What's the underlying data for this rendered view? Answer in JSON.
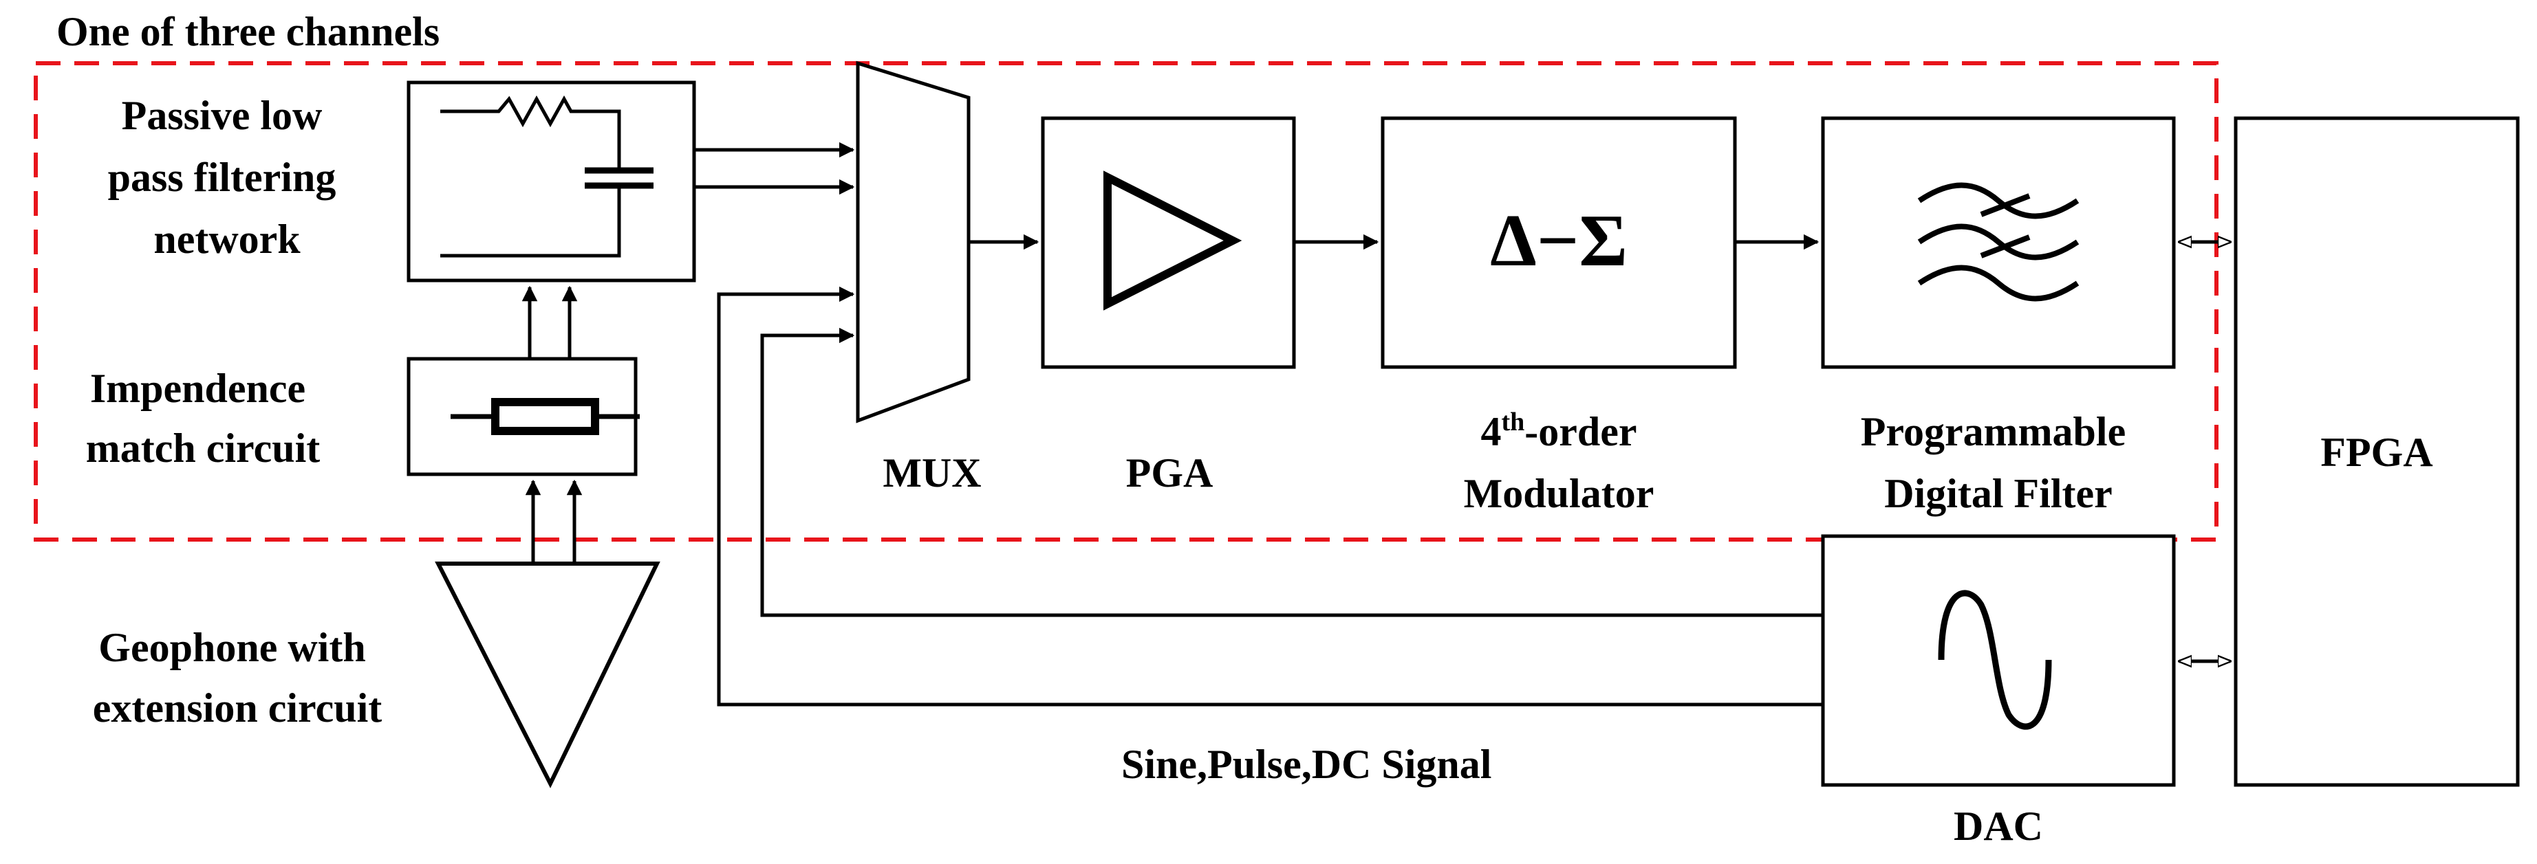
{
  "diagram": {
    "channel_group_label": "One of three channels",
    "blocks": {
      "filter_network": {
        "label_lines": [
          "Passive low",
          "pass filtering",
          "network"
        ]
      },
      "impedance_match": {
        "label_lines": [
          "Impendence",
          "match circuit"
        ]
      },
      "geophone": {
        "label_lines": [
          "Geophone with",
          "extension circuit"
        ]
      },
      "mux": {
        "label": "MUX"
      },
      "pga": {
        "label": "PGA"
      },
      "modulator": {
        "symbol": "Δ−Σ",
        "label_prefix": "4",
        "label_sup": "th",
        "label_suffix": "-order",
        "label_line2": "Modulator"
      },
      "digital_filter": {
        "label_lines": [
          "Programmable",
          "Digital Filter"
        ]
      },
      "fpga": {
        "label": "FPGA"
      },
      "dac": {
        "label": "DAC"
      }
    },
    "signal_label": "Sine,Pulse,DC Signal",
    "colors": {
      "channel_border": "#e8141b",
      "line": "#000000"
    }
  }
}
